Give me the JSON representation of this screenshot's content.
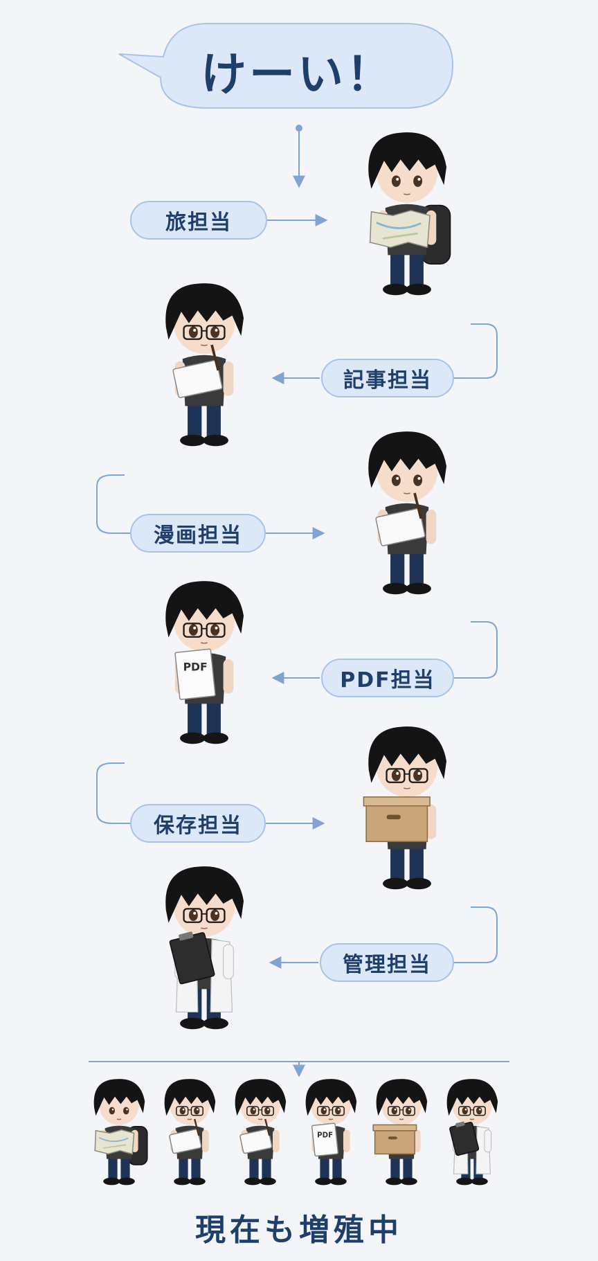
{
  "speech": {
    "text": "けーい！"
  },
  "roles": [
    {
      "label": "旅担当",
      "prop": "map"
    },
    {
      "label": "記事担当",
      "prop": "notepad"
    },
    {
      "label": "漫画担当",
      "prop": "notepad"
    },
    {
      "label": "PDF担当",
      "prop": "pdf"
    },
    {
      "label": "保存担当",
      "prop": "box"
    },
    {
      "label": "管理担当",
      "prop": "clipboard"
    }
  ],
  "pdf_prop_text": "PDF",
  "footer": {
    "text": "現在も増殖中"
  },
  "colors": {
    "background": "#f4f5f9",
    "pill_fill": "#dce8f8",
    "pill_border": "#a9c3e6",
    "text_navy": "#1f3f6b",
    "connector": "#7fa3d3",
    "hair": "#141414",
    "shirt": "#3a3a3a",
    "jeans": "#1f3357"
  }
}
